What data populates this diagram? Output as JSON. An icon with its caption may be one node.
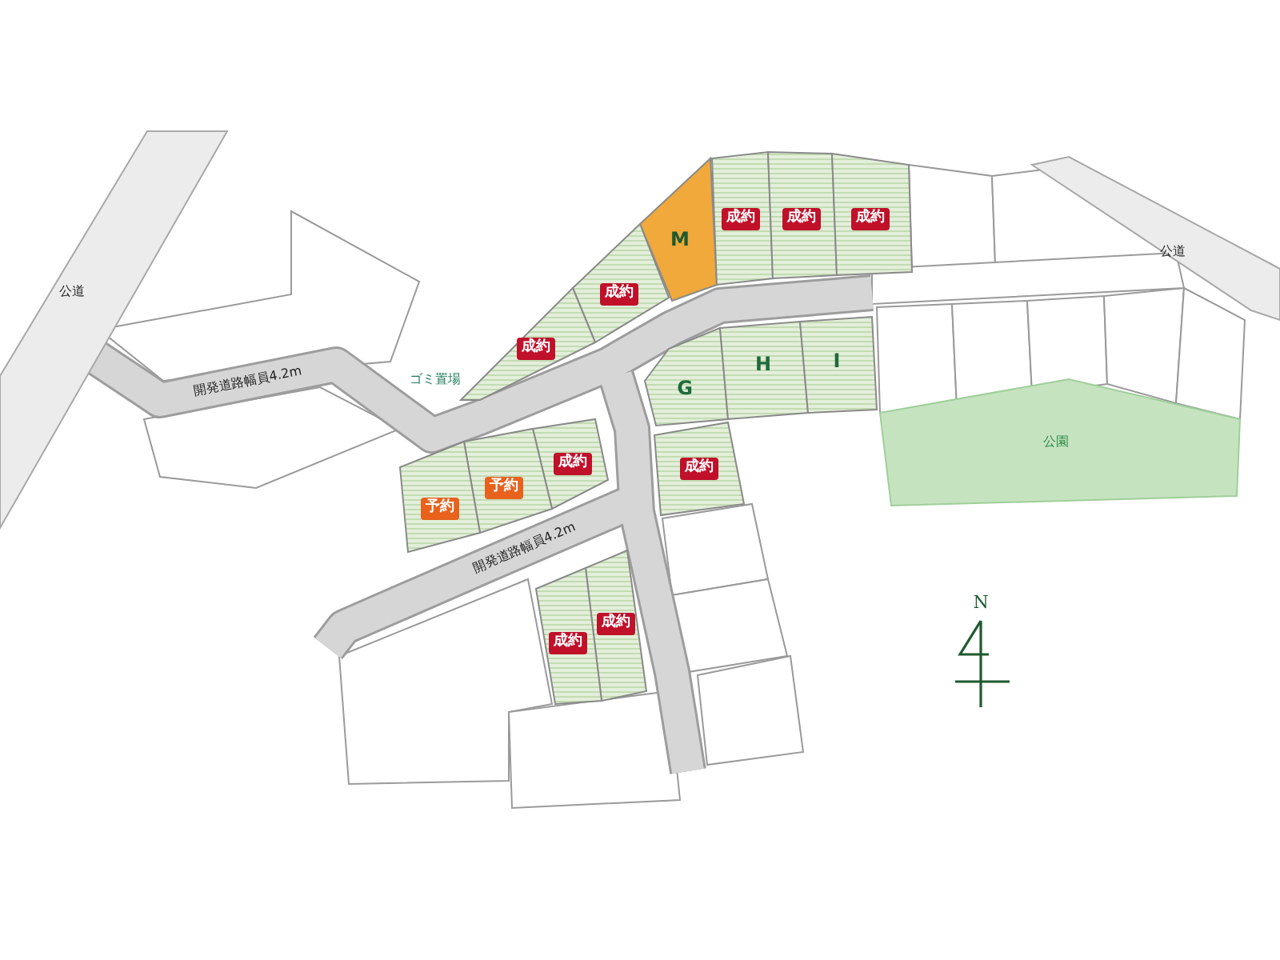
{
  "diagram": {
    "nodes": [
      {
        "text": [
          "公道"
        ]
      },
      {
        "text": [
          "M"
        ]
      },
      {
        "text": [
          "成約"
        ]
      },
      {
        "text": [
          "成約"
        ]
      },
      {
        "text": [
          "成約"
        ]
      },
      {
        "text": [
          "公道"
        ]
      },
      {
        "text": [
          "成約"
        ]
      },
      {
        "text": [
          "成約"
        ]
      },
      {
        "text": [
          "G"
        ]
      },
      {
        "text": [
          "H"
        ]
      },
      {
        "text": [
          "I"
        ]
      },
      {
        "text": [
          "公園"
        ]
      },
      {
        "text": [
          "成約"
        ]
      },
      {
        "text": [
          "成約"
        ]
      },
      {
        "text": [
          "予約"
        ]
      },
      {
        "text": [
          "予約"
        ]
      },
      {
        "text": [
          "成約"
        ]
      },
      {
        "text": [
          "成約"
        ]
      }
    ],
    "labels": [
      "開発道路幅員4.2m",
      "ゴミ置場",
      "開発道路幅員4.2m",
      "N"
    ]
  }
}
